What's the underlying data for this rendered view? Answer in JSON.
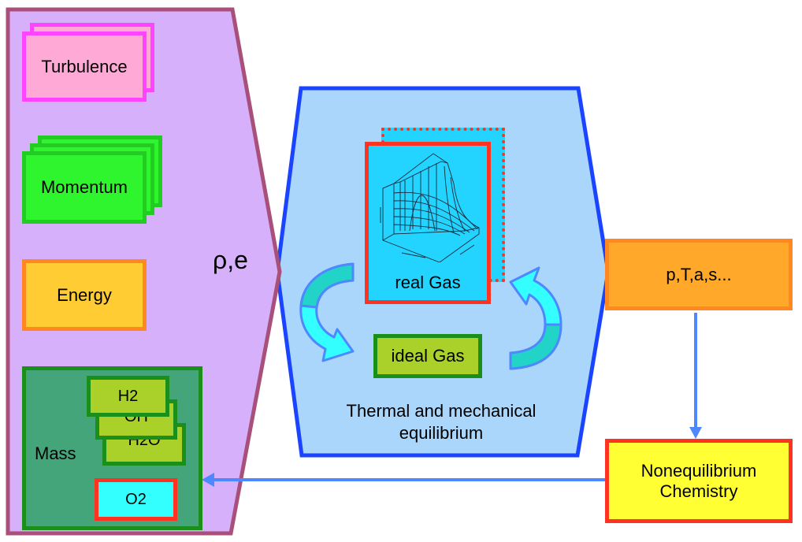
{
  "diagram": {
    "left_panel": {
      "turbulence": "Turbulence",
      "momentum": "Momentum",
      "energy": "Energy",
      "mass": {
        "label": "Mass",
        "species": [
          "H2",
          "OH",
          "H2O"
        ],
        "highlight_species": "O2"
      },
      "output_label": "ρ,e"
    },
    "center_panel": {
      "real_gas": "real Gas",
      "ideal_gas": "ideal Gas",
      "caption_line1": "Thermal and mechanical",
      "caption_line2": "equilibrium",
      "graphic": "3d-surface-plot"
    },
    "right": {
      "properties": "p,T,a,s...",
      "chemistry_line1": "Nonequilibrium",
      "chemistry_line2": "Chemistry"
    },
    "colors": {
      "left_panel_fill": "#d6b0fb",
      "left_panel_stroke": "#a8507a",
      "center_panel_fill": "#abd6fb",
      "center_panel_stroke": "#1a44ff",
      "arrow": "#4d88ff",
      "cycle_arrow_light": "#33ffff",
      "cycle_arrow_dark": "#22d4c8"
    }
  }
}
